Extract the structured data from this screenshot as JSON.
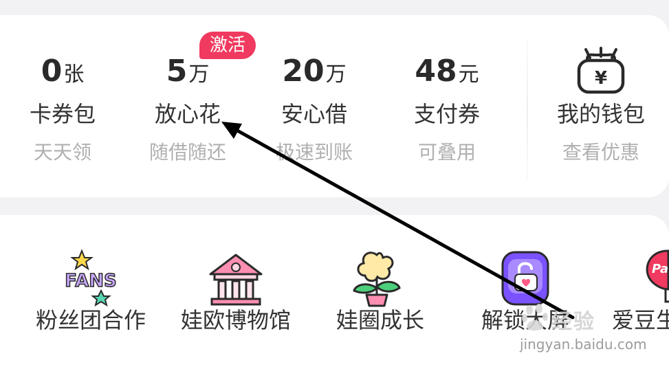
{
  "wallet_stats": [
    {
      "value": "0",
      "unit": "张",
      "name": "卡券包",
      "sub": "天天领"
    },
    {
      "value": "5",
      "unit": "万",
      "name": "放心花",
      "sub": "随借随还"
    },
    {
      "value": "20",
      "unit": "万",
      "name": "安心借",
      "sub": "极速到账"
    },
    {
      "value": "48",
      "unit": "元",
      "name": "支付券",
      "sub": "可叠用"
    }
  ],
  "activate_badge": "激活",
  "wallet": {
    "name": "我的钱包",
    "sub": "查看优惠",
    "icon": "wallet-yen-icon",
    "symbol": "¥"
  },
  "services": [
    {
      "label": "粉丝团合作",
      "icon": "fans-icon",
      "icon_text": "FANS"
    },
    {
      "label": "娃欧博物馆",
      "icon": "museum-icon"
    },
    {
      "label": "娃圈成长",
      "icon": "flower-pot-icon"
    },
    {
      "label": "解锁大屏",
      "icon": "unlock-screen-icon"
    },
    {
      "label": "爱豆生",
      "icon": "pin-icon",
      "icon_text": "Par"
    }
  ],
  "watermark": {
    "text": "经验",
    "url": "jingyan.baidu.com"
  },
  "colors": {
    "badge": "#f03a5f",
    "primary_text": "#2a2a2a",
    "secondary_text": "#b0b0b0",
    "background": "#f2f2f4",
    "card": "#ffffff"
  }
}
